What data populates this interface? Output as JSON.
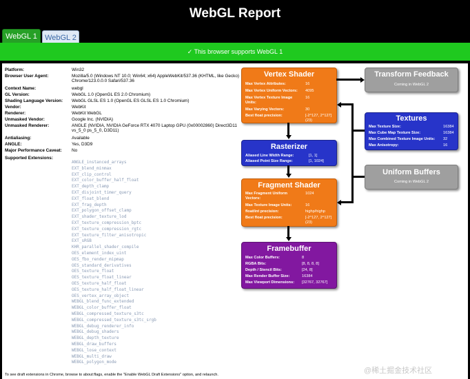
{
  "page": {
    "title": "WebGL Report",
    "tabs": [
      "WebGL 1",
      "WebGL 2"
    ],
    "support_message": "✓ This browser supports WebGL 1"
  },
  "info": [
    {
      "key": "Platform:",
      "value": "Win32"
    },
    {
      "key": "Browser User Agent:",
      "value": "Mozilla/5.0 (Windows NT 10.0; Win64; x64) AppleWebKit/537.36 (KHTML, like Gecko) Chrome/123.0.0.0 Safari/537.36"
    },
    {
      "key": "Context Name:",
      "value": "webgl"
    },
    {
      "key": "GL Version:",
      "value": "WebGL 1.0 (OpenGL ES 2.0 Chromium)"
    },
    {
      "key": "Shading Language Version:",
      "value": "WebGL GLSL ES 1.0 (OpenGL ES GLSL ES 1.0 Chromium)"
    },
    {
      "key": "Vendor:",
      "value": "WebKit"
    },
    {
      "key": "Renderer:",
      "value": "WebKit WebGL"
    },
    {
      "key": "Unmasked Vendor:",
      "value": "Google Inc. (NVIDIA)"
    },
    {
      "key": "Unmasked Renderer:",
      "value": "ANGLE (NVIDIA, NVIDIA GeForce RTX 4070 Laptop GPU (0x00002860) Direct3D11 vs_5_0 ps_5_0, D3D11)"
    },
    {
      "key": "Antialiasing:",
      "value": "Available"
    },
    {
      "key": "ANGLE:",
      "value": "Yes, D3D9"
    },
    {
      "key": "Major Performance Caveat:",
      "value": "No"
    },
    {
      "key": "Supported Extensions:",
      "value": ""
    }
  ],
  "extensions": [
    "ANGLE_instanced_arrays",
    "EXT_blend_minmax",
    "EXT_clip_control",
    "EXT_color_buffer_half_float",
    "EXT_depth_clamp",
    "EXT_disjoint_timer_query",
    "EXT_float_blend",
    "EXT_frag_depth",
    "EXT_polygon_offset_clamp",
    "EXT_shader_texture_lod",
    "EXT_texture_compression_bptc",
    "EXT_texture_compression_rgtc",
    "EXT_texture_filter_anisotropic",
    "EXT_sRGB",
    "KHR_parallel_shader_compile",
    "OES_element_index_uint",
    "OES_fbo_render_mipmap",
    "OES_standard_derivatives",
    "OES_texture_float",
    "OES_texture_float_linear",
    "OES_texture_half_float",
    "OES_texture_half_float_linear",
    "OES_vertex_array_object",
    "WEBGL_blend_func_extended",
    "WEBGL_color_buffer_float",
    "WEBGL_compressed_texture_s3tc",
    "WEBGL_compressed_texture_s3tc_srgb",
    "WEBGL_debug_renderer_info",
    "WEBGL_debug_shaders",
    "WEBGL_depth_texture",
    "WEBGL_draw_buffers",
    "WEBGL_lose_context",
    "WEBGL_multi_draw",
    "WEBGL_polygon_mode"
  ],
  "footer": "To see draft extensions in Chrome, browse to about:flags, enable the \"Enable WebGL Draft Extensions\" option, and relaunch.",
  "vertex_shader": {
    "title": "Vertex Shader",
    "rows": [
      {
        "k": "Max Vertex Attributes:",
        "v": "16"
      },
      {
        "k": "Max Vertex Uniform Vectors:",
        "v": "4095"
      },
      {
        "k": "Max Vertex Texture Image Units:",
        "v": "16"
      },
      {
        "k": "Max Varying Vectors:",
        "v": "30"
      },
      {
        "k": "Best float precision:",
        "v": "[-2^127, 2^127] (23)"
      }
    ]
  },
  "rasterizer": {
    "title": "Rasterizer",
    "rows": [
      {
        "k": "Aliased Line Width Range:",
        "v": "[1, 1]"
      },
      {
        "k": "Aliased Point Size Range:",
        "v": "[1, 1024]"
      }
    ]
  },
  "fragment_shader": {
    "title": "Fragment Shader",
    "rows": [
      {
        "k": "Max Fragment Uniform Vectors:",
        "v": "1024"
      },
      {
        "k": "Max Texture Image Units:",
        "v": "16"
      },
      {
        "k": "float/int precision:",
        "v": "highp/highp"
      },
      {
        "k": "Best float precision:",
        "v": "[-2^127, 2^127] (23)"
      }
    ]
  },
  "framebuffer": {
    "title": "Framebuffer",
    "rows": [
      {
        "k": "Max Color Buffers:",
        "v": "8"
      },
      {
        "k": "RGBA Bits:",
        "v": "[8, 8, 8, 8]"
      },
      {
        "k": "Depth / Stencil Bits:",
        "v": "[24, 8]"
      },
      {
        "k": "Max Render Buffer Size:",
        "v": "16384"
      },
      {
        "k": "Max Viewport Dimensions:",
        "v": "[32767, 32767]"
      }
    ]
  },
  "transform_feedback": {
    "title": "Transform Feedback",
    "subtitle": "Coming in WebGL 2"
  },
  "textures": {
    "title": "Textures",
    "rows": [
      {
        "k": "Max Texture Size:",
        "v": "16384"
      },
      {
        "k": "Max Cube Map Texture Size:",
        "v": "16384"
      },
      {
        "k": "Max Combined Texture Image Units:",
        "v": "32"
      },
      {
        "k": "Max Anisotropy:",
        "v": "16"
      }
    ]
  },
  "uniform_buffers": {
    "title": "Uniform Buffers",
    "subtitle": "Coming in WebGL 2"
  },
  "watermark": "@稀土掘金技术社区"
}
